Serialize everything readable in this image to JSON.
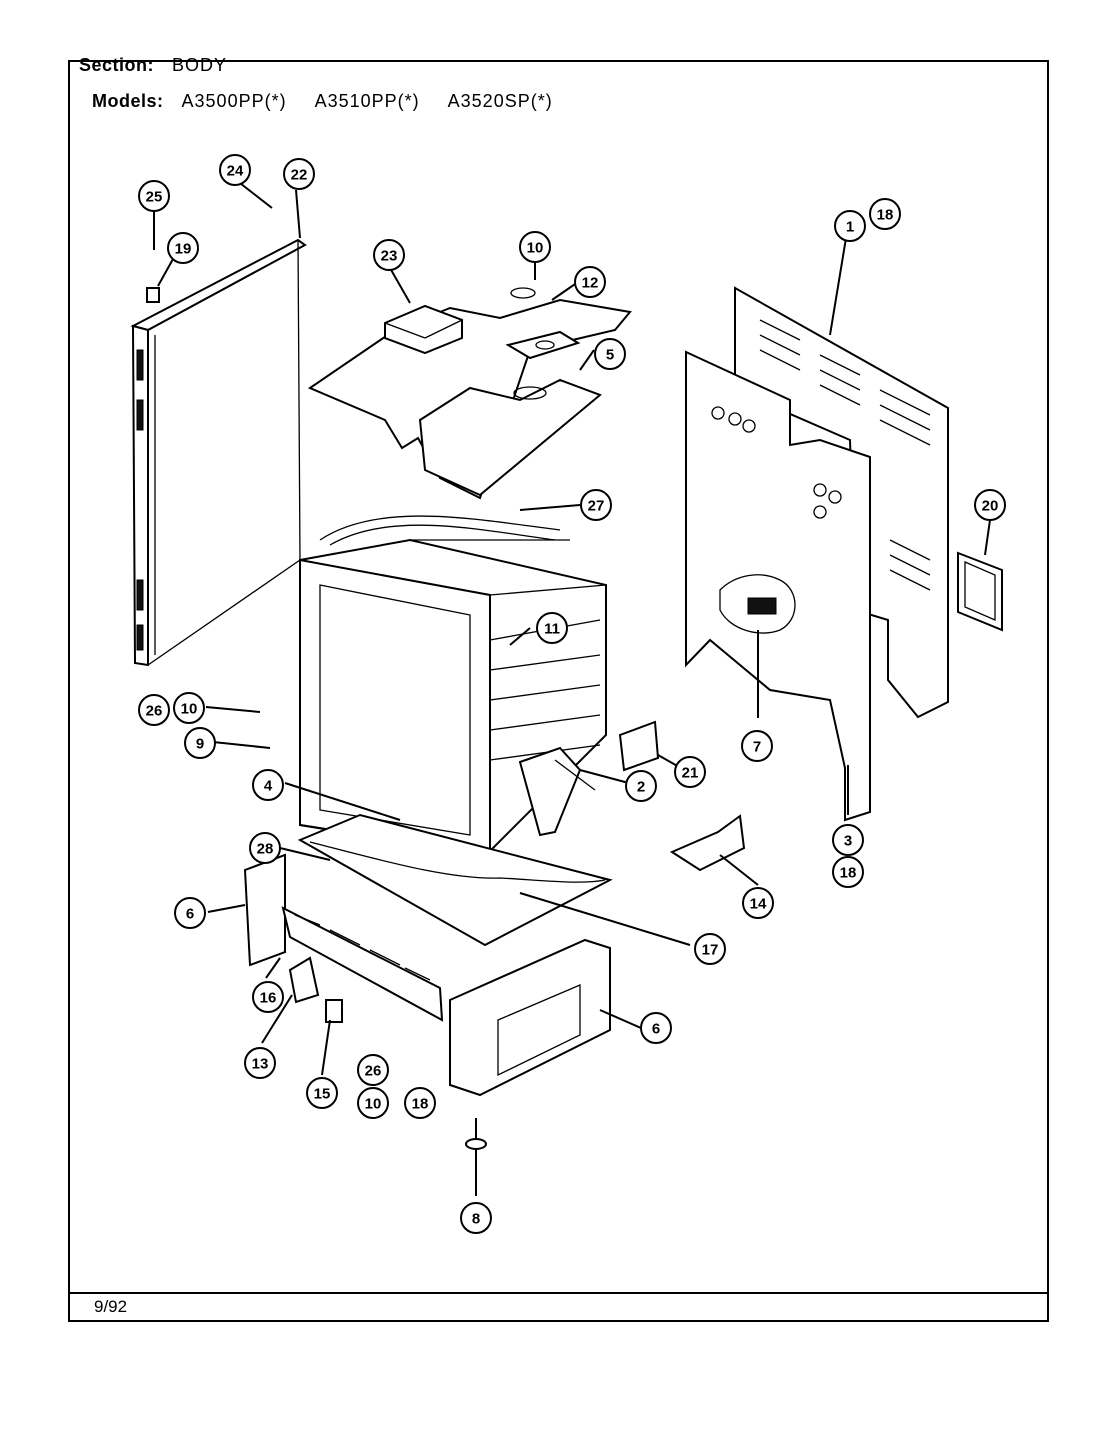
{
  "header": {
    "section_label": "Section:",
    "section_value": "BODY",
    "models_label": "Models:",
    "models": [
      "A3500PP(*)",
      "A3510PP(*)",
      "A3520SP(*)"
    ]
  },
  "footer": {
    "date": "9/92"
  },
  "callouts": [
    "1",
    "2",
    "3",
    "4",
    "5",
    "6",
    "6",
    "7",
    "8",
    "9",
    "10",
    "10",
    "10",
    "11",
    "12",
    "13",
    "14",
    "15",
    "16",
    "17",
    "18",
    "18",
    "18",
    "19",
    "20",
    "21",
    "22",
    "23",
    "24",
    "25",
    "26",
    "26",
    "27",
    "28"
  ]
}
